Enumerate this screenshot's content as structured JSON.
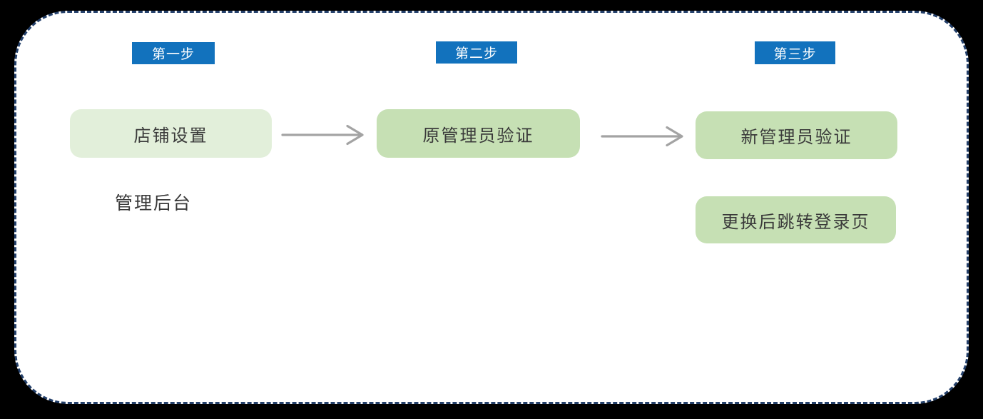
{
  "diagram": {
    "title_hint": "admin-change-flow",
    "steps": [
      {
        "label": "第一步"
      },
      {
        "label": "第二步"
      },
      {
        "label": "第三步"
      }
    ],
    "nodes": {
      "shop_settings": "店铺设置",
      "old_admin_verify": "原管理员验证",
      "new_admin_verify": "新管理员验证",
      "redirect_login": "更换后跳转登录页"
    },
    "annotation": "管理后台",
    "arrows": [
      {
        "from": "shop_settings",
        "to": "old_admin_verify",
        "direction": "right"
      },
      {
        "from": "old_admin_verify",
        "to": "new_admin_verify",
        "direction": "right"
      }
    ]
  },
  "colors": {
    "step-blue": "#1272bd",
    "node-light-green": "#e2efda",
    "node-green": "#c6e0b4",
    "arrow-gray": "#a3a3a3",
    "border-navy": "#24406b",
    "canvas-black": "#000000",
    "panel-white": "#ffffff"
  }
}
